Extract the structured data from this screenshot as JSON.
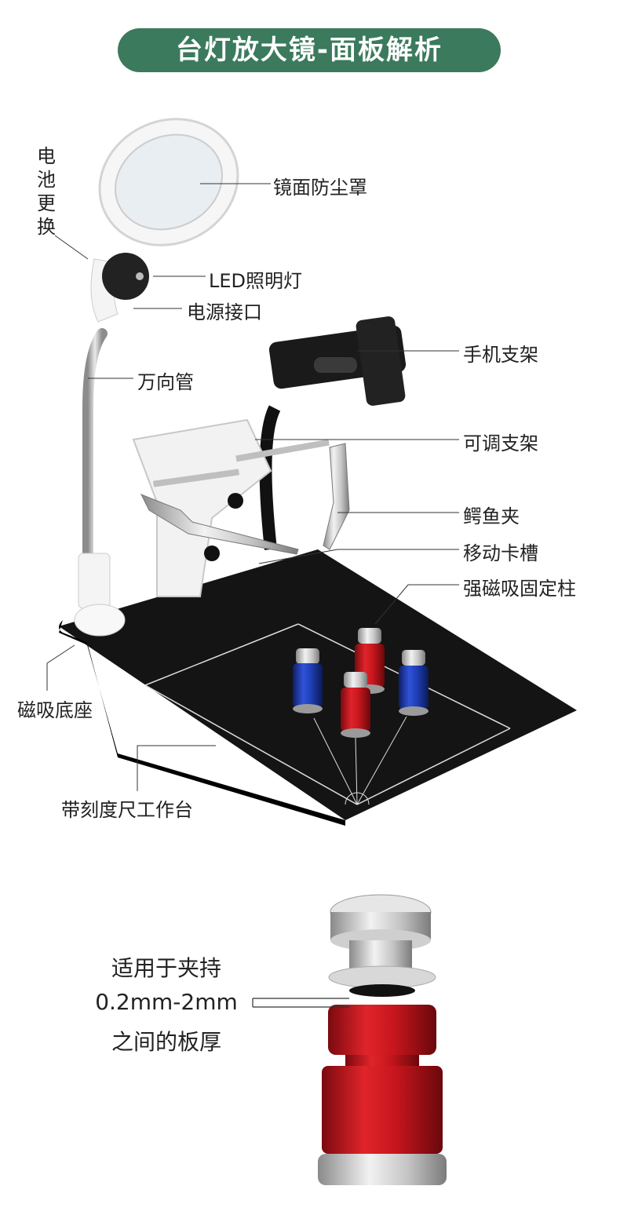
{
  "title": "台灯放大镜-面板解析",
  "callouts": {
    "battery": "电池更换",
    "lens_cover": "镜面防尘罩",
    "led": "LED照明灯",
    "power_port": "电源接口",
    "phone_holder": "手机支架",
    "gooseneck": "万向管",
    "adjustable_bracket": "可调支架",
    "alligator_clip": "鳄鱼夹",
    "slot": "移动卡槽",
    "magnetic_post": "强磁吸固定柱",
    "magnetic_base": "磁吸底座",
    "ruler_platform": "带刻度尺工作台"
  },
  "spec": {
    "line1": "适用于夹持",
    "line2": "0.2mm-2mm",
    "line3": "之间的板厚"
  },
  "colors": {
    "banner": "#3b7a5c",
    "post_red": "#c8161d",
    "post_blue": "#1f3fb8",
    "platform": "#141414"
  }
}
